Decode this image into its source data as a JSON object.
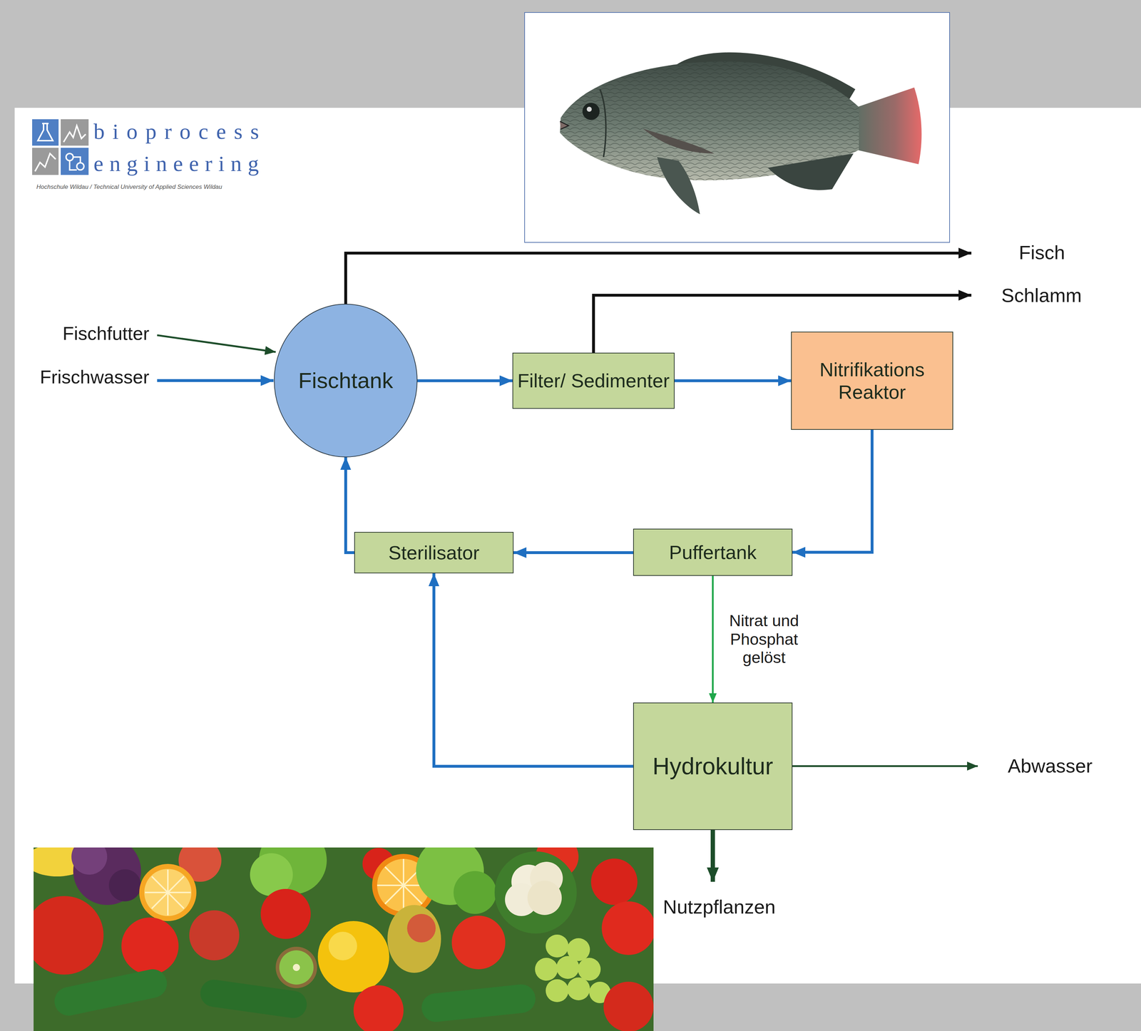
{
  "diagram": {
    "nodes": [
      {
        "text": [
          "Fischtank"
        ]
      },
      {
        "text": [
          "Filter/ Sedimenter"
        ]
      },
      {
        "text": [
          "Nitrifikations Reaktor"
        ]
      },
      {
        "text": [
          "Puffertank"
        ]
      },
      {
        "text": [
          "Sterilisator"
        ]
      },
      {
        "text": [
          "Hydrokultur"
        ]
      }
    ],
    "edges": [
      {
        "from": 0,
        "to": 1,
        "arrow": "to"
      },
      {
        "from": 1,
        "to": 2,
        "arrow": "to"
      },
      {
        "from": 2,
        "to": 3,
        "arrow": "to"
      },
      {
        "from": 3,
        "to": 4,
        "arrow": "to"
      },
      {
        "from": 4,
        "to": 0,
        "arrow": "to"
      },
      {
        "from": 3,
        "to": 5,
        "arrow": "to",
        "label": "Nitrat und Phosphat gelöst"
      },
      {
        "from": 5,
        "to": 4,
        "arrow": "to"
      }
    ],
    "labels": [
      "bioprocess",
      "engineering",
      "Hochschule Wildau / Technical University of Applied Sciences Wildau",
      "Fisch",
      "Schlamm",
      "Fischfutter",
      "Frischwasser",
      "Abwasser",
      "Nutzpflanzen"
    ]
  }
}
